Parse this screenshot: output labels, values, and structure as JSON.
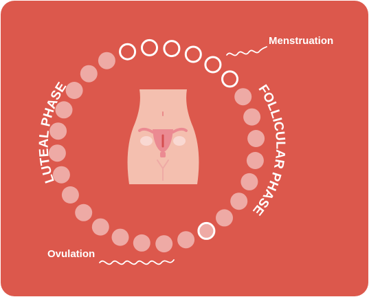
{
  "labels": {
    "menstruation": "Menstruation",
    "ovulation": "Ovulation",
    "follicular_phase": "FOLLICULAR PHASE",
    "luteal_phase": "LUTEAL PHASE"
  },
  "cycle": {
    "total_days": 28,
    "menstruation_days": 6,
    "ovulation_day": 14
  },
  "icons": {
    "center": "female-body-uterus-icon",
    "menstruation_pointer": "squiggle-line-icon",
    "ovulation_pointer": "squiggle-line-icon"
  },
  "colors": {
    "background": "#dc584c",
    "day_dot": "#eeaaa5",
    "highlight_ring": "#ffffff",
    "body_skin": "#f4bfaf",
    "uterus": "#eb8a92"
  }
}
